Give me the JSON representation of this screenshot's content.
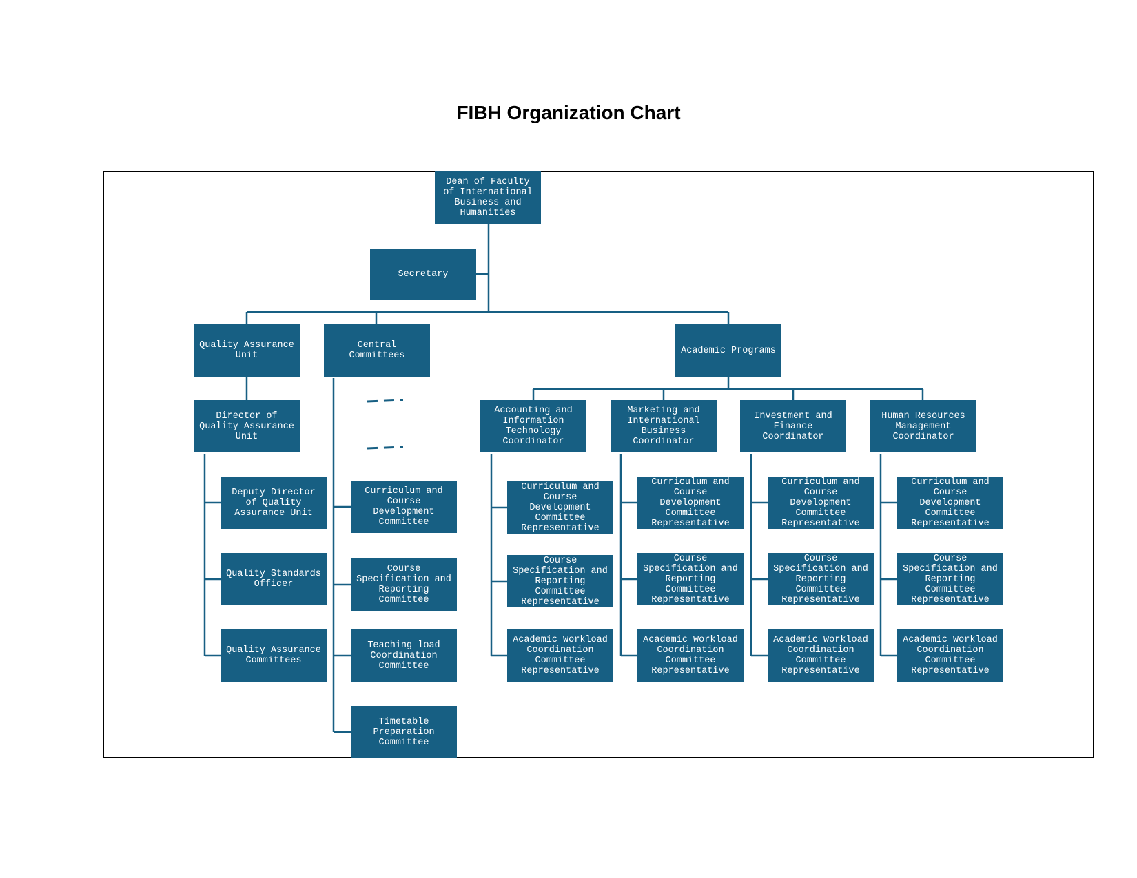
{
  "title": "FIBH Organization Chart",
  "nodes": {
    "dean": "Dean of Faculty\nof International\nBusiness and\nHumanities",
    "secretary": "Secretary",
    "qa_unit": "Quality Assurance\nUnit",
    "central_committees": "Central\nCommittees",
    "academic_programs": "Academic Programs",
    "qa_director": "Director of\nQuality Assurance\nUnit",
    "qa_deputy": "Deputy Director\nof Quality\nAssurance Unit",
    "qa_standards_officer": "Quality Standards\nOfficer",
    "qa_committees": "Quality Assurance\nCommittees",
    "cc_curriculum": "Curriculum and\nCourse\nDevelopment\nCommittee",
    "cc_course_spec": "Course\nSpecification and\nReporting\nCommittee",
    "cc_teaching_load": "Teaching load\nCoordination\nCommittee",
    "cc_timetable": "Timetable\nPreparation\nCommittee",
    "coord_accounting": "Accounting and\nInformation\nTechnology\nCoordinator",
    "coord_marketing": "Marketing and\nInternational\nBusiness\nCoordinator",
    "coord_investment": "Investment and\nFinance\nCoordinator",
    "coord_hr": "Human Resources\nManagement\nCoordinator",
    "rep_curriculum": "Curriculum and\nCourse\nDevelopment\nCommittee\nRepresentative",
    "rep_course_spec": "Course\nSpecification and\nReporting\nCommittee\nRepresentative",
    "rep_workload": "Academic Workload\nCoordination\nCommittee\nRepresentative"
  },
  "colors": {
    "box_fill": "#175f83",
    "connector": "#175f83",
    "box_text": "#ffffff"
  }
}
